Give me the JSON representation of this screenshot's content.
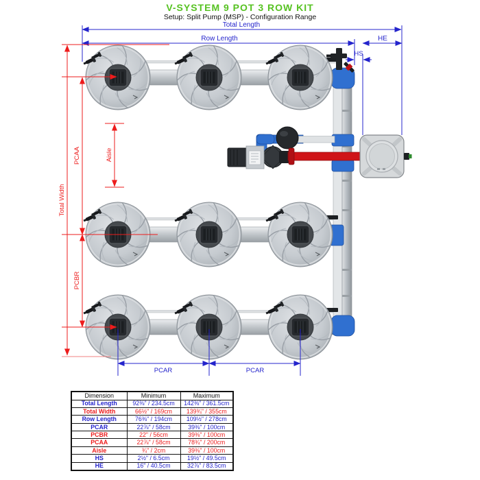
{
  "header": {
    "title": "V-SYSTEM 9 POT 3 ROW KIT",
    "subtitle": "Setup: Split Pump (MSP) - Configuration Range"
  },
  "colors": {
    "title_green": "#56c221",
    "dimension_blue": "#2424cc",
    "dimension_red": "#ed1c1c",
    "pipe_fitting_blue": "#3070d0",
    "pump_outlet_red": "#cf1418"
  },
  "diagram": {
    "pot_count": 9,
    "rows": 3,
    "columns": 3,
    "labels": {
      "total_length": "Total Length",
      "row_length": "Row Length",
      "he": "HE",
      "hs": "HS",
      "total_width": "Total Width",
      "pcaa": "PCAA",
      "pcbr": "PCBR",
      "aisle": "Aisle",
      "pcar_left": "PCAR",
      "pcar_right": "PCAR"
    },
    "components": {
      "pot": "grow-pot-top-view",
      "pump": "split-pump",
      "reservoir": "reservoir-tank",
      "manifold": "return-manifold"
    }
  },
  "table": {
    "headers": [
      "Dimension",
      "Minimum",
      "Maximum"
    ],
    "rows": [
      {
        "label": "Total Length",
        "min": "92⅜\" / 234.5cm",
        "max": "142⅜\" / 361.5cm"
      },
      {
        "label": "Total Width",
        "min": "66½\" / 169cm",
        "max": "139¾\" / 355cm"
      },
      {
        "label": "Row Length",
        "min": "76⅜\" / 194cm",
        "max": "109½\" / 278cm"
      },
      {
        "label": "PCAR",
        "min": "22⅞\" / 58cm",
        "max": "39⅜\" / 100cm"
      },
      {
        "label": "PCBR",
        "min": "22\" / 56cm",
        "max": "39⅜\" / 100cm"
      },
      {
        "label": "PCAA",
        "min": "22⅞\" / 58cm",
        "max": "78¾\" / 200cm"
      },
      {
        "label": "Aisle",
        "min": "¾\" / 2cm",
        "max": "39⅜\" / 100cm"
      },
      {
        "label": "HS",
        "min": "2½\" / 6.5cm",
        "max": "19½\" / 49.5cm"
      },
      {
        "label": "HE",
        "min": "16\" / 40.5cm",
        "max": "32⅞\" / 83.5cm"
      }
    ]
  }
}
